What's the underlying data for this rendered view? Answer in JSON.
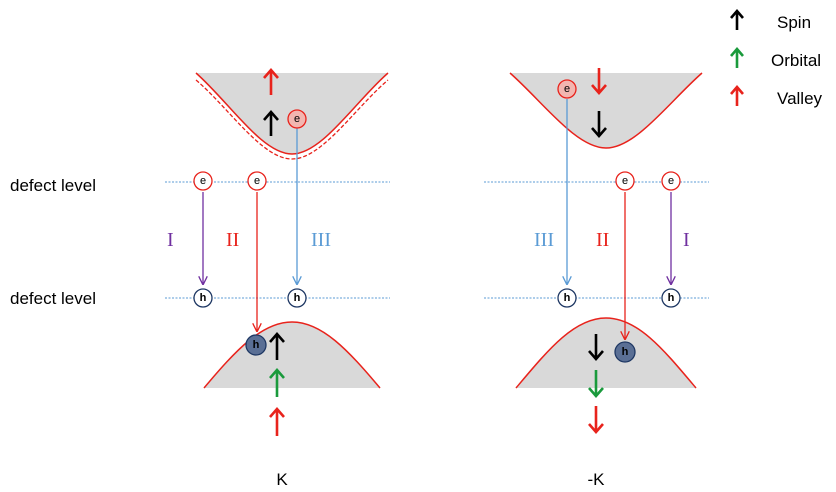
{
  "legend": {
    "spin": "Spin",
    "orbital": "Orbital",
    "valley": "Valley"
  },
  "levels": {
    "upper": "defect level",
    "lower": "defect level"
  },
  "transitions": {
    "one": "I",
    "two": "II",
    "three": "III"
  },
  "particles": {
    "electron": "e",
    "hole": "h"
  },
  "valleys": {
    "left": "K",
    "right": "-K"
  },
  "colors": {
    "spin": "#000000",
    "orbital": "#1a9a3c",
    "valley": "#e8231c",
    "band_fill": "#d9d9d9",
    "band_edge": "#e8231c",
    "defect_line": "#5b9bd5",
    "transition_one": "#7030a0",
    "transition_two": "#e8231c",
    "transition_three": "#5b9bd5",
    "hole_fill": "#5a6f95"
  }
}
